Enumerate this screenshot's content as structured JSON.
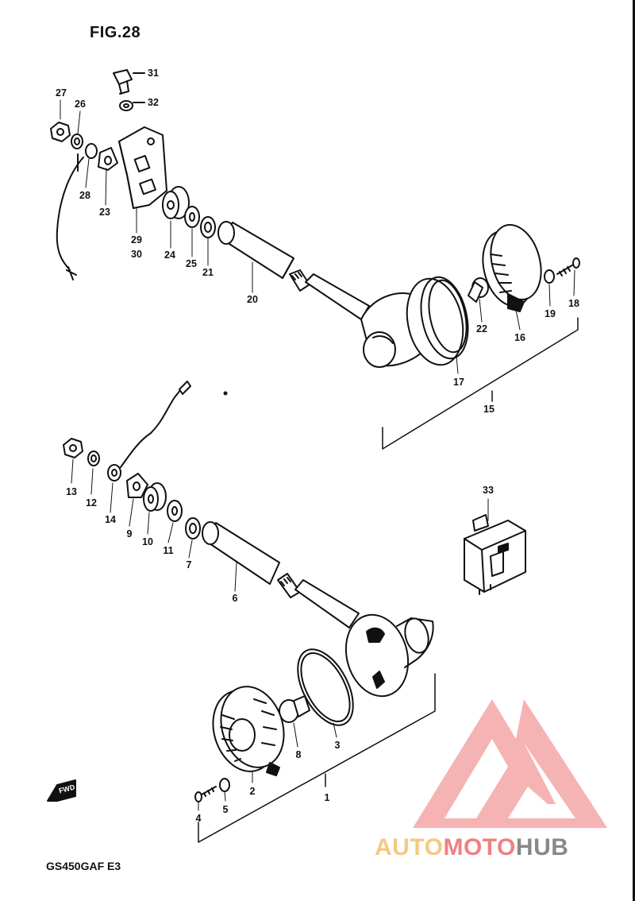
{
  "figure": {
    "title": "FIG.28",
    "model_code": "GS450GAF E3",
    "direction_mark": "FWD"
  },
  "callouts": [
    {
      "id": "c27",
      "text": "27"
    },
    {
      "id": "c26",
      "text": "26"
    },
    {
      "id": "c31",
      "text": "31"
    },
    {
      "id": "c32",
      "text": "32"
    },
    {
      "id": "c28",
      "text": "28"
    },
    {
      "id": "c23",
      "text": "23"
    },
    {
      "id": "c29",
      "text": "29"
    },
    {
      "id": "c30",
      "text": "30"
    },
    {
      "id": "c24",
      "text": "24"
    },
    {
      "id": "c25",
      "text": "25"
    },
    {
      "id": "c21",
      "text": "21"
    },
    {
      "id": "c20",
      "text": "20"
    },
    {
      "id": "c22",
      "text": "22"
    },
    {
      "id": "c16",
      "text": "16"
    },
    {
      "id": "c19",
      "text": "19"
    },
    {
      "id": "c18",
      "text": "18"
    },
    {
      "id": "c17",
      "text": "17"
    },
    {
      "id": "c15",
      "text": "15"
    },
    {
      "id": "c13",
      "text": "13"
    },
    {
      "id": "c12",
      "text": "12"
    },
    {
      "id": "c14",
      "text": "14"
    },
    {
      "id": "c9",
      "text": "9"
    },
    {
      "id": "c10",
      "text": "10"
    },
    {
      "id": "c11",
      "text": "11"
    },
    {
      "id": "c7",
      "text": "7"
    },
    {
      "id": "c6",
      "text": "6"
    },
    {
      "id": "c33",
      "text": "33"
    },
    {
      "id": "c8",
      "text": "8"
    },
    {
      "id": "c3",
      "text": "3"
    },
    {
      "id": "c2",
      "text": "2"
    },
    {
      "id": "c4",
      "text": "4"
    },
    {
      "id": "c5",
      "text": "5"
    },
    {
      "id": "c1",
      "text": "1"
    }
  ],
  "watermark": {
    "part1": "AUTO",
    "part2": "MOTO",
    "part3": "HUB",
    "colors": {
      "auto": "#f5c882",
      "moto": "#f08080",
      "hub": "#888888",
      "logo": "#f08080"
    }
  }
}
